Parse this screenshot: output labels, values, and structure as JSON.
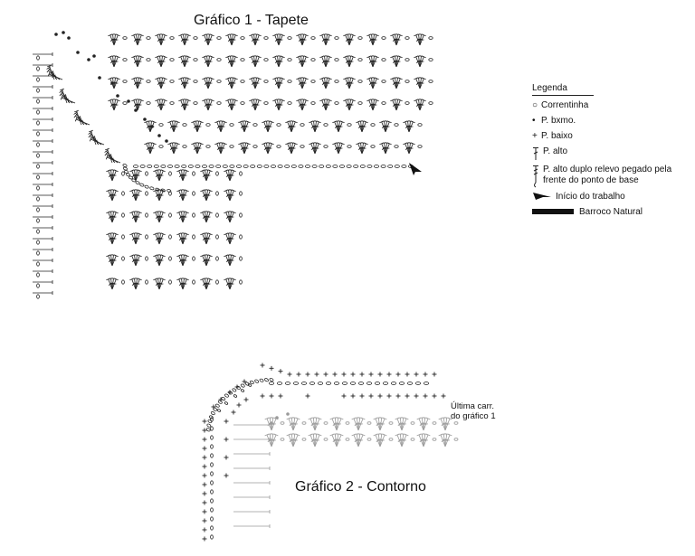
{
  "chart1": {
    "title": "Gráfico 1 - Tapete"
  },
  "chart2": {
    "title": "Gráfico 2 - Contorno",
    "annotation_line1": "Última carr.",
    "annotation_line2": "do gráfico 1"
  },
  "legend": {
    "title": "Legenda",
    "items": [
      {
        "icon": "chain-icon",
        "label": "Correntinha"
      },
      {
        "icon": "dot-icon",
        "label": "P. bxmo."
      },
      {
        "icon": "plus-icon",
        "label": "P. baixo"
      },
      {
        "icon": "tall-stitch-icon",
        "label": "P. alto"
      },
      {
        "icon": "relief-stitch-icon",
        "label": "P. alto duplo relevo pegado pela frente do ponto de base"
      },
      {
        "icon": "start-arrow-icon",
        "label": "Início do trabalho"
      },
      {
        "icon": "thick-bar-icon",
        "label": "Barroco Natural"
      }
    ]
  },
  "colors": {
    "ink": "#222222",
    "faded": "#9a9a9a"
  }
}
